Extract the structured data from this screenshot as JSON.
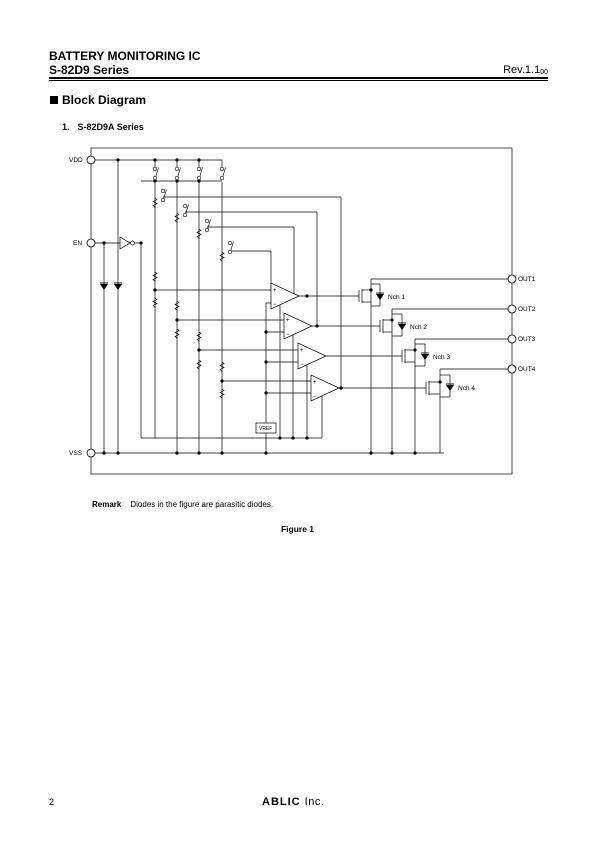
{
  "header": {
    "title": "BATTERY MONITORING IC",
    "series": "S-82D9 Series",
    "revision": "Rev.1.1",
    "revision_sub": "00"
  },
  "section": {
    "title": "Block Diagram"
  },
  "subsection": {
    "number": "1.",
    "title": "S-82D9A Series"
  },
  "diagram": {
    "pins": {
      "vdd": "VDD",
      "en": "EN",
      "vss": "VSS",
      "out1": "OUT1",
      "out2": "OUT2",
      "out3": "OUT3",
      "out4": "OUT4"
    },
    "nch": [
      "Nch 1",
      "Nch 2",
      "Nch 3",
      "Nch 4"
    ],
    "vref": "VREF"
  },
  "remark": {
    "label": "Remark",
    "text": "Diodes in the figure are parasitic diodes."
  },
  "figure_caption": "Figure 1",
  "footer": {
    "page_number": "2",
    "logo_main": "ABLIC",
    "logo_inc": "Inc."
  }
}
